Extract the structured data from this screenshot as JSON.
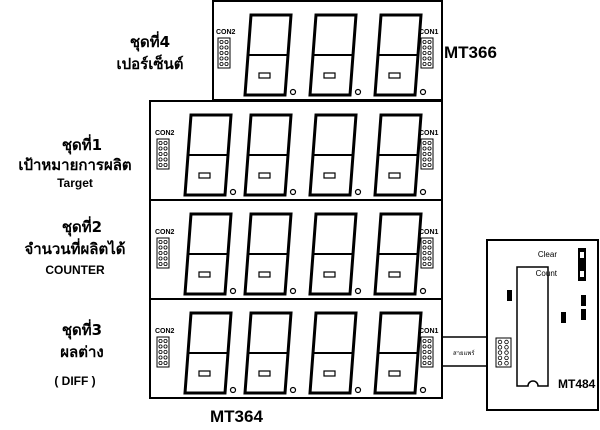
{
  "modules": {
    "mt366": {
      "model": "MT366",
      "digits": 3,
      "con_left": "CON2",
      "con_right": "CON1"
    },
    "mt364": {
      "model": "MT364",
      "digits": 4,
      "con_left": "CON2",
      "con_right": "CON1"
    },
    "mt484": {
      "model": "MT484",
      "clear_label": "Clear",
      "count_label": "Count"
    }
  },
  "groups": [
    {
      "title": "ชุดที่4",
      "subtitle": "เปอร์เซ็นต์",
      "english": ""
    },
    {
      "title": "ชุดที่1",
      "subtitle": "เป้าหมายการผลิต",
      "english": "Target"
    },
    {
      "title": "ชุดที่2",
      "subtitle": "จำนวนที่ผลิตได้",
      "english": "COUNTER"
    },
    {
      "title": "ชุดที่3",
      "subtitle": "ผลต่าง",
      "english": "( DIFF )"
    }
  ],
  "cable_label": "สายแพร์"
}
